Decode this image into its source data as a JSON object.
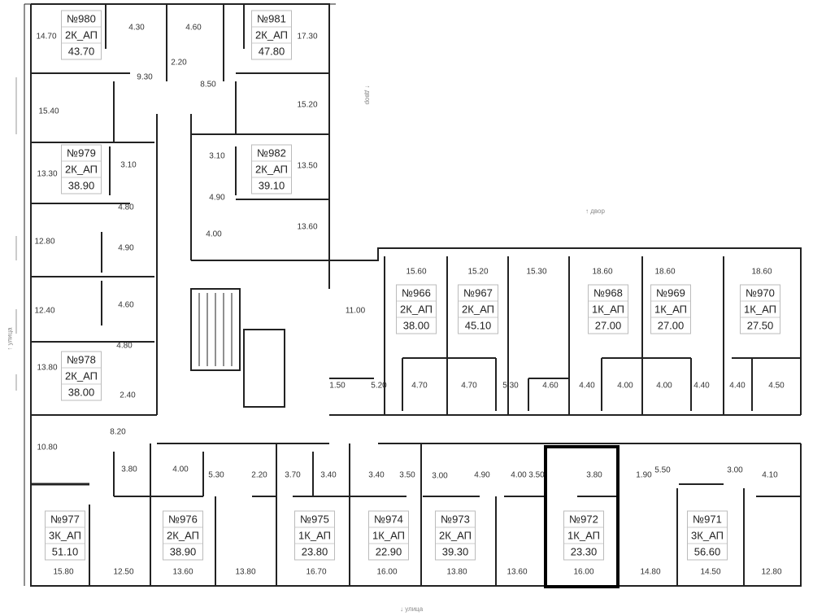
{
  "apartments": [
    {
      "number": "№980",
      "type": "2К_АП",
      "area": "43.70"
    },
    {
      "number": "№981",
      "type": "2К_АП",
      "area": "47.80"
    },
    {
      "number": "№979",
      "type": "2К_АП",
      "area": "38.90"
    },
    {
      "number": "№982",
      "type": "2К_АП",
      "area": "39.10"
    },
    {
      "number": "№978",
      "type": "2К_АП",
      "area": "38.00"
    },
    {
      "number": "№966",
      "type": "2К_АП",
      "area": "38.00"
    },
    {
      "number": "№967",
      "type": "2К_АП",
      "area": "45.10"
    },
    {
      "number": "№968",
      "type": "1К_АП",
      "area": "27.00"
    },
    {
      "number": "№969",
      "type": "1К_АП",
      "area": "27.00"
    },
    {
      "number": "№970",
      "type": "1К_АП",
      "area": "27.50"
    },
    {
      "number": "№977",
      "type": "3К_АП",
      "area": "51.10"
    },
    {
      "number": "№976",
      "type": "2К_АП",
      "area": "38.90"
    },
    {
      "number": "№975",
      "type": "1К_АП",
      "area": "23.80"
    },
    {
      "number": "№974",
      "type": "1К_АП",
      "area": "22.90"
    },
    {
      "number": "№973",
      "type": "2К_АП",
      "area": "39.30"
    },
    {
      "number": "№972",
      "type": "1К_АП",
      "area": "23.30"
    },
    {
      "number": "№971",
      "type": "3К_АП",
      "area": "56.60"
    }
  ],
  "rooms": [
    "14.70",
    "4.30",
    "4.60",
    "17.30",
    "2.20",
    "9.30",
    "8.50",
    "15.40",
    "15.20",
    "3.10",
    "3.10",
    "13.30",
    "13.50",
    "4.90",
    "4.80",
    "13.60",
    "4.00",
    "12.80",
    "4.90",
    "4.60",
    "12.40",
    "4.80",
    "13.80",
    "2.40",
    "8.20",
    "10.80",
    "11.00",
    "1.50",
    "5.20",
    "4.70",
    "4.70",
    "5.30",
    "4.60",
    "4.40",
    "4.00",
    "4.00",
    "4.40",
    "4.40",
    "4.50",
    "15.60",
    "15.20",
    "15.30",
    "18.60",
    "18.60",
    "18.60",
    "3.80",
    "4.00",
    "5.30",
    "2.20",
    "3.70",
    "3.40",
    "3.40",
    "3.50",
    "3.00",
    "4.90",
    "4.00",
    "3.50",
    "3.80",
    "1.90",
    "5.50",
    "3.00",
    "4.10",
    "15.80",
    "12.50",
    "13.60",
    "13.80",
    "16.70",
    "16.00",
    "13.80",
    "13.60",
    "16.00",
    "14.80",
    "14.50",
    "12.80"
  ],
  "orientation": {
    "yard_top": "↑ двор",
    "yard_right": "↑ двор",
    "street_left": "↑ улица",
    "street_bottom": "↓ улица"
  },
  "highlight": {
    "apartment": "№972",
    "color": "#000000"
  },
  "colors": {
    "wall": "#222222",
    "label_border": "#bbbbbb"
  }
}
